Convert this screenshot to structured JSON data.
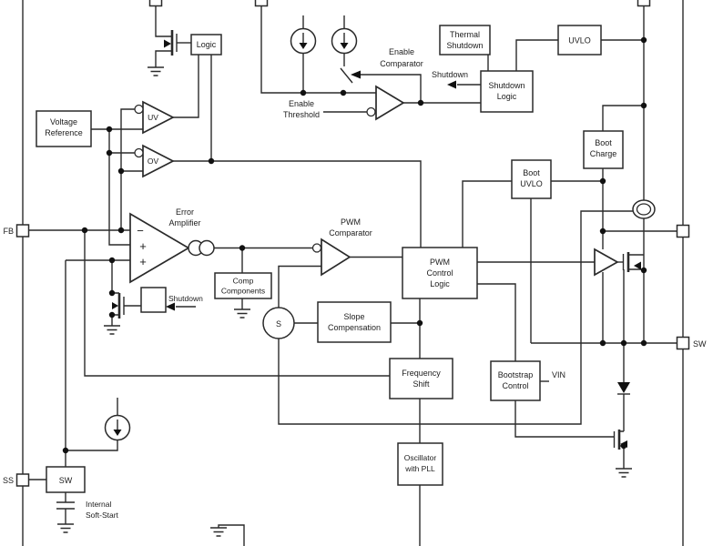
{
  "pins": {
    "fb": "FB",
    "ss": "SS",
    "sw": "SW"
  },
  "blocks": {
    "logic": "Logic",
    "voltage_reference": [
      "Voltage",
      "Reference"
    ],
    "thermal_shutdown": [
      "Thermal",
      "Shutdown"
    ],
    "shutdown_logic": [
      "Shutdown",
      "Logic"
    ],
    "uvlo": "UVLO",
    "boot_charge": [
      "Boot",
      "Charge"
    ],
    "boot_uvlo": [
      "Boot",
      "UVLO"
    ],
    "comp_components": [
      "Comp",
      "Components"
    ],
    "slope_compensation": [
      "Slope",
      "Compensation"
    ],
    "pwm_control_logic": [
      "PWM",
      "Control",
      "Logic"
    ],
    "frequency_shift": [
      "Frequency",
      "Shift"
    ],
    "bootstrap_control": [
      "Bootstrap",
      "Control"
    ],
    "oscillator": [
      "Oscillator",
      "with PLL"
    ],
    "soft_start_switch": "SW"
  },
  "amplifiers": {
    "uv": "UV",
    "ov": "OV",
    "error_amplifier": [
      "Error",
      "Amplifier"
    ],
    "pwm_comparator": [
      "PWM",
      "Comparator"
    ],
    "enable_comparator": [
      "Enable",
      "Comparator"
    ],
    "minus": "−",
    "plus": "+"
  },
  "labels": {
    "enable_threshold": [
      "Enable",
      "Threshold"
    ],
    "shutdown_signal": "Shutdown",
    "shutdown_ea": "Shutdown",
    "vin": "VIN",
    "internal_soft_start": [
      "Internal",
      "Soft-Start"
    ],
    "summing_node": "S"
  },
  "colors": {
    "line": "#2a2a2a",
    "background": "#ffffff"
  }
}
